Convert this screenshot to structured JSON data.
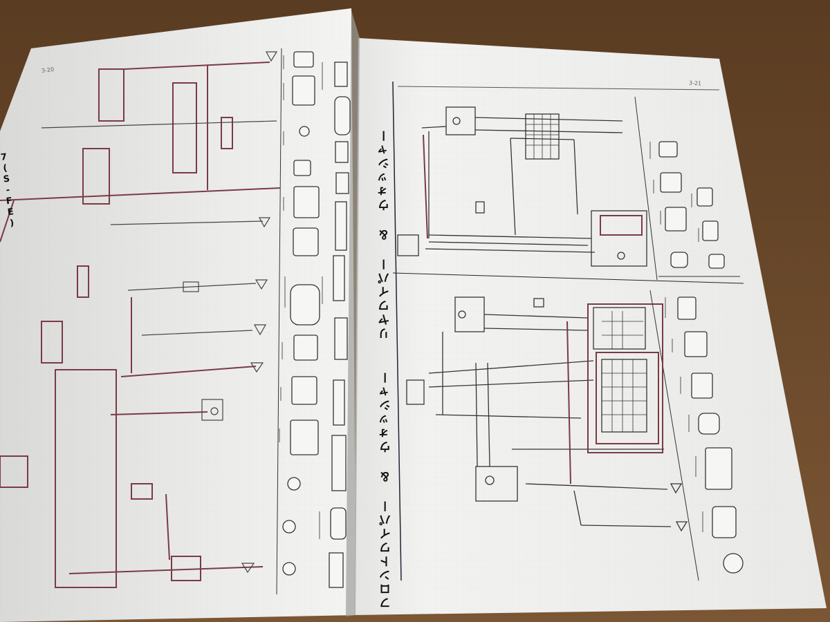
{
  "photo": {
    "subject": "open wiring-diagram manual",
    "left_page": {
      "page_number": "3-20",
      "partial_heading": "7(S-FE)"
    },
    "right_page": {
      "page_number": "3-21",
      "section_top": "リヤワイパー ＆ ウォッシャー",
      "section_bottom": "フロントワイパー ＆ ウォッシャー"
    }
  },
  "colors": {
    "table": "#6b4a2c",
    "paper": "#ededec",
    "wire_main": "#7a3a45",
    "ink": "#222222"
  }
}
